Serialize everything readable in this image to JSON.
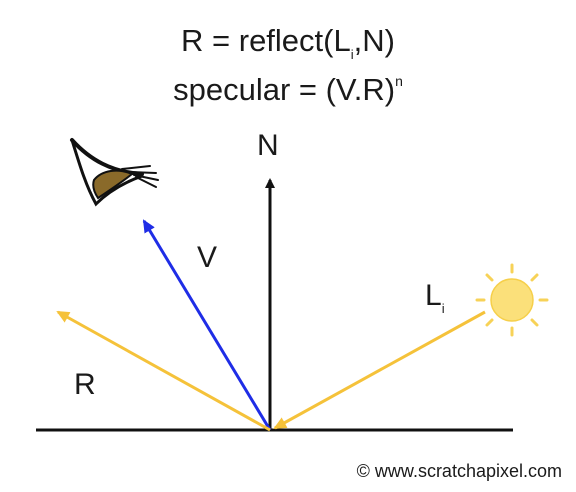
{
  "formula": {
    "line1_prefix": "R = reflect(L",
    "line1_sub": "i",
    "line1_suffix": ",N)",
    "line2_prefix": "specular = (V.R)",
    "line2_sup": "n"
  },
  "labels": {
    "normal": "N",
    "view": "V",
    "light": "L",
    "light_sub": "i",
    "reflect": "R"
  },
  "footer": {
    "copyright": "© www.scratchapixel.com"
  },
  "icons": {
    "eye": "eye-icon",
    "sun": "sun-icon"
  },
  "colors": {
    "view_vector": "#1f2de6",
    "light_vector": "#f5c23a",
    "reflect_vector": "#f5c23a",
    "normal_vector": "#111111",
    "surface": "#111111",
    "sun_fill": "#fbe07a",
    "sun_rays": "#f7d257",
    "eye_iris": "#8a6a2a"
  }
}
